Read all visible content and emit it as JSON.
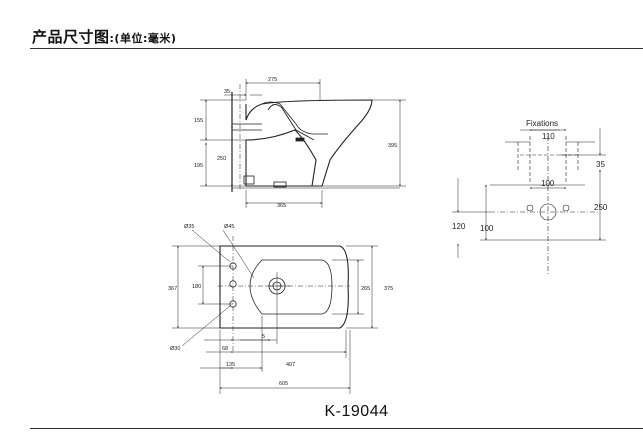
{
  "header": {
    "title": "产品尺寸图",
    "unit_note": ":(单位:毫米)"
  },
  "model_number": "K-19044",
  "side_view": {
    "dims": {
      "top_width": "275",
      "inlet_offset": "35",
      "upper_height": "155",
      "lower_height": "195",
      "mid_height": "250",
      "total_height": "395",
      "base_depth": "365"
    }
  },
  "plan_view": {
    "dims": {
      "hole_a": "Ø35",
      "hole_b": "Ø45",
      "hole_c": "Ø30",
      "left_height": "367",
      "inner_height": "180",
      "right_inner": "265",
      "right_total": "375",
      "offset_68": "68",
      "offset_5": "5",
      "length_407": "407",
      "offset_135": "135",
      "total_length": "605"
    }
  },
  "fixations": {
    "title": "Fixations",
    "dims": {
      "top_width": "110",
      "side_35": "35",
      "mid_width": "100",
      "right_height": "250",
      "left_120": "120",
      "left_100": "100"
    }
  }
}
